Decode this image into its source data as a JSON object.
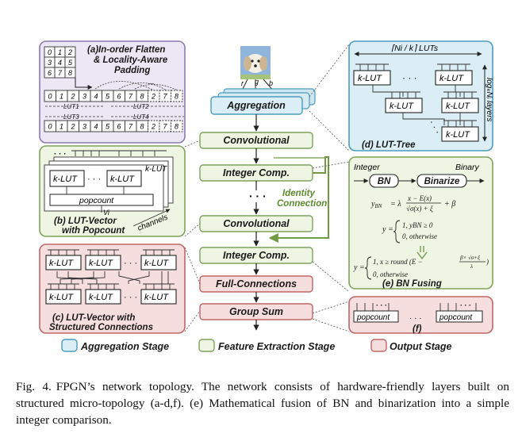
{
  "flow": {
    "rgb": [
      "r",
      "g",
      "b"
    ],
    "aggregation": "Aggregation",
    "convolutional_1": "Convolutional",
    "integer_comp_1": "Integer Comp.",
    "ellipsis": "· · ·",
    "identity_1": "Identity",
    "identity_2": "Connection",
    "convolutional_2": "Convolutional",
    "integer_comp_2": "Integer Comp.",
    "full_connections": "Full-Connections",
    "group_sum": "Group Sum"
  },
  "panel_a": {
    "title_1": "(a)In-order Flatten",
    "title_2": "& Locality-Aware",
    "title_3": "Padding",
    "grid": [
      "0",
      "1",
      "2",
      "3",
      "4",
      "5",
      "6",
      "7",
      "8"
    ],
    "row": [
      "0",
      "1",
      "2",
      "3",
      "4",
      "5",
      "6",
      "7",
      "8",
      "2",
      "7",
      "8"
    ],
    "lut1": "LUT1",
    "lut2": "LUT2",
    "lut3": "LUT3",
    "lut4": "LUT4",
    "dots": "..."
  },
  "panel_b": {
    "klut": "k-LUT",
    "dots": "· · ·",
    "popcount": "popcount",
    "vi": "Vi",
    "title_1": "(b) LUT-Vector",
    "title_2": "with Popcount",
    "channels": "channels"
  },
  "panel_c": {
    "klut": "k-LUT",
    "dots": "· · ·",
    "title_1": "(c) LUT-Vector with",
    "title_2": "Structured Connections"
  },
  "panel_d": {
    "top_label": "⌈Ni / k⌉ LUTs",
    "side_label": "logₖNᵢ layers",
    "klut": "k-LUT",
    "dots": "· · ·",
    "title": "(d) LUT-Tree"
  },
  "panel_e": {
    "integer": "Integer",
    "binary": "Binary",
    "bn": "BN",
    "binarize": "Binarize",
    "eq1_lhs": "y",
    "eq1_sub": "BN",
    "eq1_eq": "= λ",
    "eq1_num": "x − E(x)",
    "eq1_den": "√σ(x) + ξ",
    "eq1_tail": "+ β",
    "eq2_lhs": "y =",
    "eq2_case1": "1,    yBN ≥ 0",
    "eq2_case2": "0,    otherwise",
    "eq3_lhs": "y =",
    "eq3_case1": "1,    x ≥ round (E −",
    "eq3_frac_num": "β× √σ+ξ",
    "eq3_frac_den": "λ",
    "eq3_close": ")",
    "eq3_case2": "0,    otherwise",
    "title": "(e) BN Fusing"
  },
  "panel_f": {
    "popcount": "popcount",
    "dots": "· · ·",
    "title": "(f)"
  },
  "legend": {
    "aggregation": "Aggregation Stage",
    "feature": "Feature Extraction Stage",
    "output": "Output Stage"
  },
  "colors": {
    "blue_fill": "#dbeef6",
    "blue_stroke": "#4a9cc0",
    "green_fill": "#eef5e2",
    "green_stroke": "#7fa35a",
    "red_fill": "#f6dede",
    "red_stroke": "#c06565",
    "purple_fill": "#ece7f4",
    "purple_stroke": "#8b79b0"
  },
  "caption": {
    "lead": "Fig. 4.",
    "text": "FPGN’s network topology. The network consists of hardware-friendly layers built on structured micro-topology (a-d,f). (e) Mathematical fusion of BN and binarization into a simple integer comparison."
  }
}
